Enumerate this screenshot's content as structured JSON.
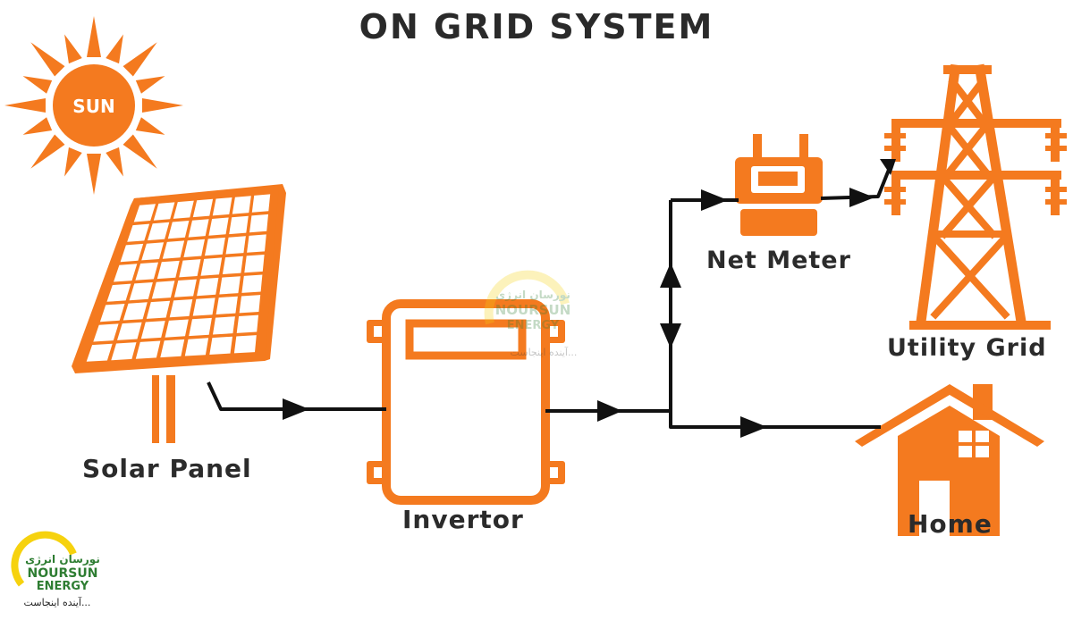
{
  "title": "ON GRID SYSTEM",
  "sun_label": "SUN",
  "components": {
    "solar_panel": "Solar Panel",
    "inverter": "Invertor",
    "net_meter": "Net Meter",
    "utility_grid": "Utility Grid",
    "home": "Home"
  },
  "brand": {
    "name_fa": "نورسان انرژی",
    "name_line1": "NOURSUN",
    "name_line2": "ENERGY",
    "tagline": "آینده اینجاست..."
  },
  "colors": {
    "accent": "#F47A1F",
    "line": "#111111",
    "text": "#2b2b2b",
    "logo_yellow": "#F6D20E",
    "logo_green": "#2E7D32"
  },
  "icons": [
    "sun-icon",
    "solar-panel-icon",
    "inverter-icon",
    "net-meter-icon",
    "transmission-tower-icon",
    "house-icon",
    "flow-arrow-icon",
    "brand-logo"
  ]
}
